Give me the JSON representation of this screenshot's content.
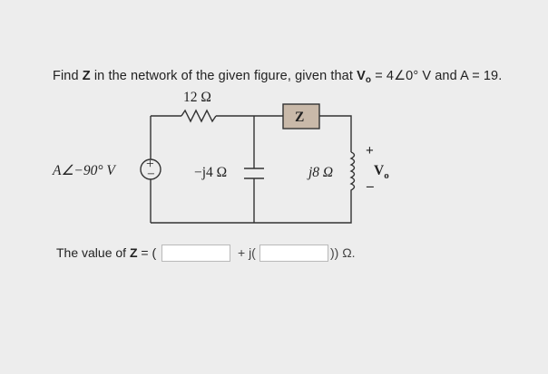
{
  "problem": {
    "prefix": "Find ",
    "var_z": "Z",
    "middle": " in the network of the given figure, given that ",
    "var_v": "V",
    "var_v_sub": "o",
    "condition": " = 4∠0° V and A = 19."
  },
  "circuit": {
    "resistor_label": "12 Ω",
    "impedance_label": "Z",
    "source_label": "A∠−90° V",
    "source_plus": "+",
    "source_minus": "−",
    "capacitor_label": "−j4 Ω",
    "inductor_label": "j8 Ω",
    "vo_plus": "+",
    "vo_minus": "–",
    "vo_label": "V",
    "vo_sub": "o"
  },
  "answer": {
    "prompt_prefix": "The value of ",
    "prompt_var": "Z",
    "prompt_suffix": " = (",
    "real_value": "",
    "imag_sep": "+ j(",
    "imag_value": "",
    "close": ")) Ω."
  }
}
